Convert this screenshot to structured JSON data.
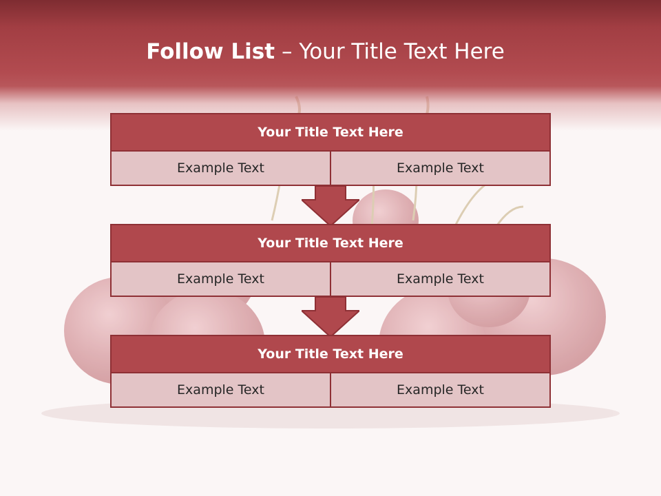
{
  "slide": {
    "title_bold": "Follow List",
    "title_rest": "– Your Title Text Here"
  },
  "steps": [
    {
      "title": "Your Title Text Here",
      "left": "Example Text",
      "right": "Example Text"
    },
    {
      "title": "Your Title Text Here",
      "left": "Example Text",
      "right": "Example Text"
    },
    {
      "title": "Your Title Text Here",
      "left": "Example Text",
      "right": "Example Text"
    }
  ],
  "colors": {
    "header": "#a23e43",
    "block_title_fill": "#b0484d",
    "block_border": "#8e3035",
    "cell_fill": "#e3c4c6"
  }
}
